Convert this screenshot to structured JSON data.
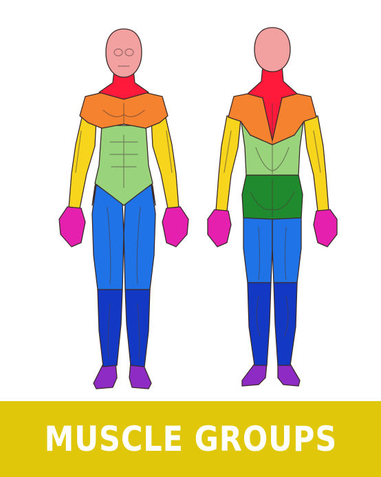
{
  "banner": {
    "title": "MUSCLE GROUPS",
    "background": "#e0c70a",
    "text_color": "#ffffff"
  },
  "figures": [
    {
      "name": "front-view"
    },
    {
      "name": "back-view"
    }
  ],
  "muscle_groups": [
    {
      "name": "neck-traps",
      "color": "#ff1a3c"
    },
    {
      "name": "shoulders-chest-upper-back",
      "color": "#f5822e"
    },
    {
      "name": "arms",
      "color": "#f7d51d"
    },
    {
      "name": "core-mid-back",
      "color": "#99d47c"
    },
    {
      "name": "hips-glutes",
      "color": "#1f8a2e"
    },
    {
      "name": "upper-legs",
      "color": "#1f73e6"
    },
    {
      "name": "lower-legs",
      "color": "#1339c4"
    },
    {
      "name": "hands",
      "color": "#e51fae"
    },
    {
      "name": "feet",
      "color": "#8e2bc4"
    },
    {
      "name": "head",
      "color": "#f2a0a0"
    }
  ]
}
